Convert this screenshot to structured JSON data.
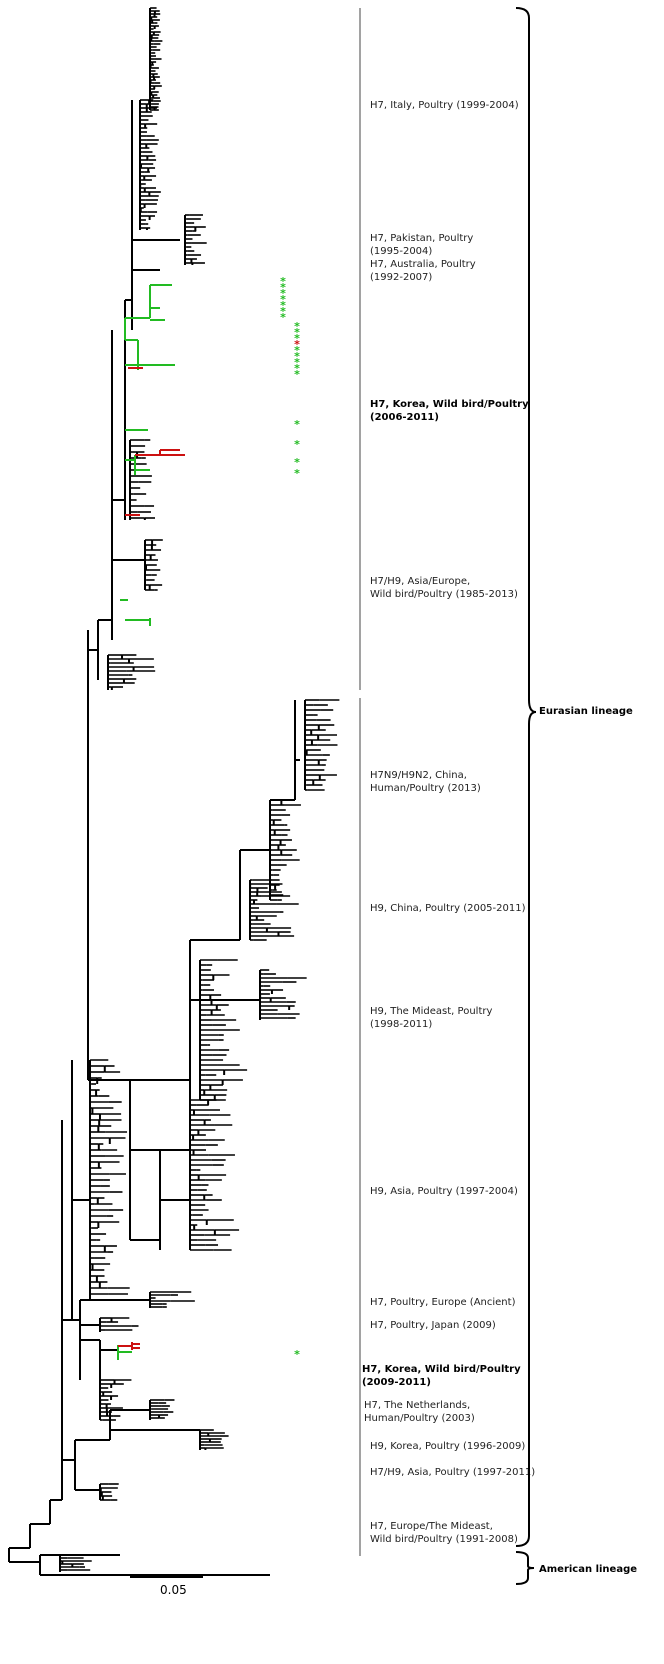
{
  "clades": [
    {
      "lines": [
        "H7, Italy, Poultry (1999-2004)"
      ],
      "bold": false
    },
    {
      "lines": [
        "H7, Pakistan, Poultry",
        "(1995-2004)",
        "H7, Australia, Poultry",
        "(1992-2007)"
      ],
      "bold": false
    },
    {
      "lines": [
        "H7, Korea, Wild bird/Poultry",
        "(2006-2011)"
      ],
      "bold": true
    },
    {
      "lines": [
        "H7/H9, Asia/Europe,",
        "Wild bird/Poultry (1985-2013)"
      ],
      "bold": false
    },
    {
      "lines": [
        "H7N9/H9N2, China,",
        "Human/Poultry (2013)"
      ],
      "bold": false
    },
    {
      "lines": [
        "H9, China, Poultry (2005-2011)"
      ],
      "bold": false
    },
    {
      "lines": [
        "H9, The Mideast, Poultry",
        "(1998-2011)"
      ],
      "bold": false
    },
    {
      "lines": [
        "H9, Asia, Poultry (1997-2004)"
      ],
      "bold": false
    },
    {
      "lines": [
        "H7, Poultry, Europe (Ancient)"
      ],
      "bold": false
    },
    {
      "lines": [
        "H7, Poultry, Japan (2009)"
      ],
      "bold": false
    },
    {
      "lines": [
        "H7, Korea, Wild bird/Poultry",
        "(2009-2011)"
      ],
      "bold": true
    },
    {
      "lines": [
        "H7, The Netherlands,",
        "Human/Poultry (2003)"
      ],
      "bold": false
    },
    {
      "lines": [
        "H9, Korea, Poultry (1996-2009)"
      ],
      "bold": false
    },
    {
      "lines": [
        "H7/H9, Asia, Poultry (1997-2011)"
      ],
      "bold": false
    },
    {
      "lines": [
        "H7, Europe/The Mideast,",
        "Wild bird/Poultry (1991-2008)"
      ],
      "bold": false
    }
  ],
  "lineages": [
    {
      "label": "Eurasian lineage"
    },
    {
      "label": "American lineage"
    }
  ],
  "scale_bar": {
    "label": "0.05"
  },
  "colors": {
    "branch": "#000000",
    "korea_wild_bird": "#22bb22",
    "korea_poultry": "#cc1111",
    "divider": "#444444"
  },
  "marker_glyph": "*"
}
